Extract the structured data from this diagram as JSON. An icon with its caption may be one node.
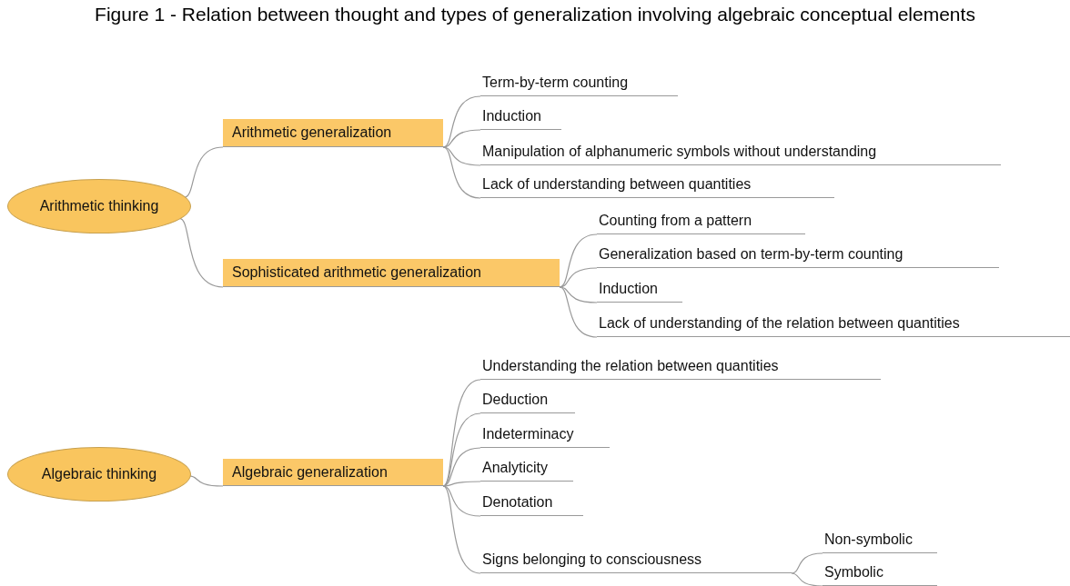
{
  "diagram": {
    "title": "Figure 1 - Relation between thought and types of generalization involving algebraic conceptual elements",
    "nodes": [
      {
        "text": [
          "Arithmetic thinking"
        ]
      },
      {
        "text": [
          "Arithmetic generalization"
        ]
      },
      {
        "text": [
          "Term-by-term counting"
        ]
      },
      {
        "text": [
          "Induction"
        ]
      },
      {
        "text": [
          "Manipulation of alphanumeric symbols without understanding"
        ]
      },
      {
        "text": [
          "Lack of understanding between quantities"
        ]
      },
      {
        "text": [
          "Sophisticated arithmetic generalization"
        ]
      },
      {
        "text": [
          "Counting from a pattern"
        ]
      },
      {
        "text": [
          "Generalization based on term-by-term counting"
        ]
      },
      {
        "text": [
          "Induction"
        ]
      },
      {
        "text": [
          "Lack of understanding of the relation between quantities"
        ]
      },
      {
        "text": [
          "Algebraic thinking"
        ]
      },
      {
        "text": [
          "Algebraic generalization"
        ]
      },
      {
        "text": [
          "Understanding the relation between quantities"
        ]
      },
      {
        "text": [
          "Deduction"
        ]
      },
      {
        "text": [
          "Indeterminacy"
        ]
      },
      {
        "text": [
          "Analyticity"
        ]
      },
      {
        "text": [
          "Denotation"
        ]
      },
      {
        "text": [
          "Signs belonging to consciousness"
        ]
      },
      {
        "text": [
          "Non-symbolic"
        ]
      },
      {
        "text": [
          "Symbolic"
        ]
      }
    ],
    "edges": [
      {
        "from": 0,
        "to": 1,
        "arrow": "none"
      },
      {
        "from": 0,
        "to": 6,
        "arrow": "none"
      },
      {
        "from": 1,
        "to": 2,
        "arrow": "none"
      },
      {
        "from": 1,
        "to": 3,
        "arrow": "none"
      },
      {
        "from": 1,
        "to": 4,
        "arrow": "none"
      },
      {
        "from": 1,
        "to": 5,
        "arrow": "none"
      },
      {
        "from": 6,
        "to": 7,
        "arrow": "none"
      },
      {
        "from": 6,
        "to": 8,
        "arrow": "none"
      },
      {
        "from": 6,
        "to": 9,
        "arrow": "none"
      },
      {
        "from": 6,
        "to": 10,
        "arrow": "none"
      },
      {
        "from": 11,
        "to": 12,
        "arrow": "none"
      },
      {
        "from": 12,
        "to": 13,
        "arrow": "none"
      },
      {
        "from": 12,
        "to": 14,
        "arrow": "none"
      },
      {
        "from": 12,
        "to": 15,
        "arrow": "none"
      },
      {
        "from": 12,
        "to": 16,
        "arrow": "none"
      },
      {
        "from": 12,
        "to": 17,
        "arrow": "none"
      },
      {
        "from": 12,
        "to": 18,
        "arrow": "none"
      },
      {
        "from": 18,
        "to": 19,
        "arrow": "none"
      },
      {
        "from": 18,
        "to": 20,
        "arrow": "none"
      }
    ]
  }
}
